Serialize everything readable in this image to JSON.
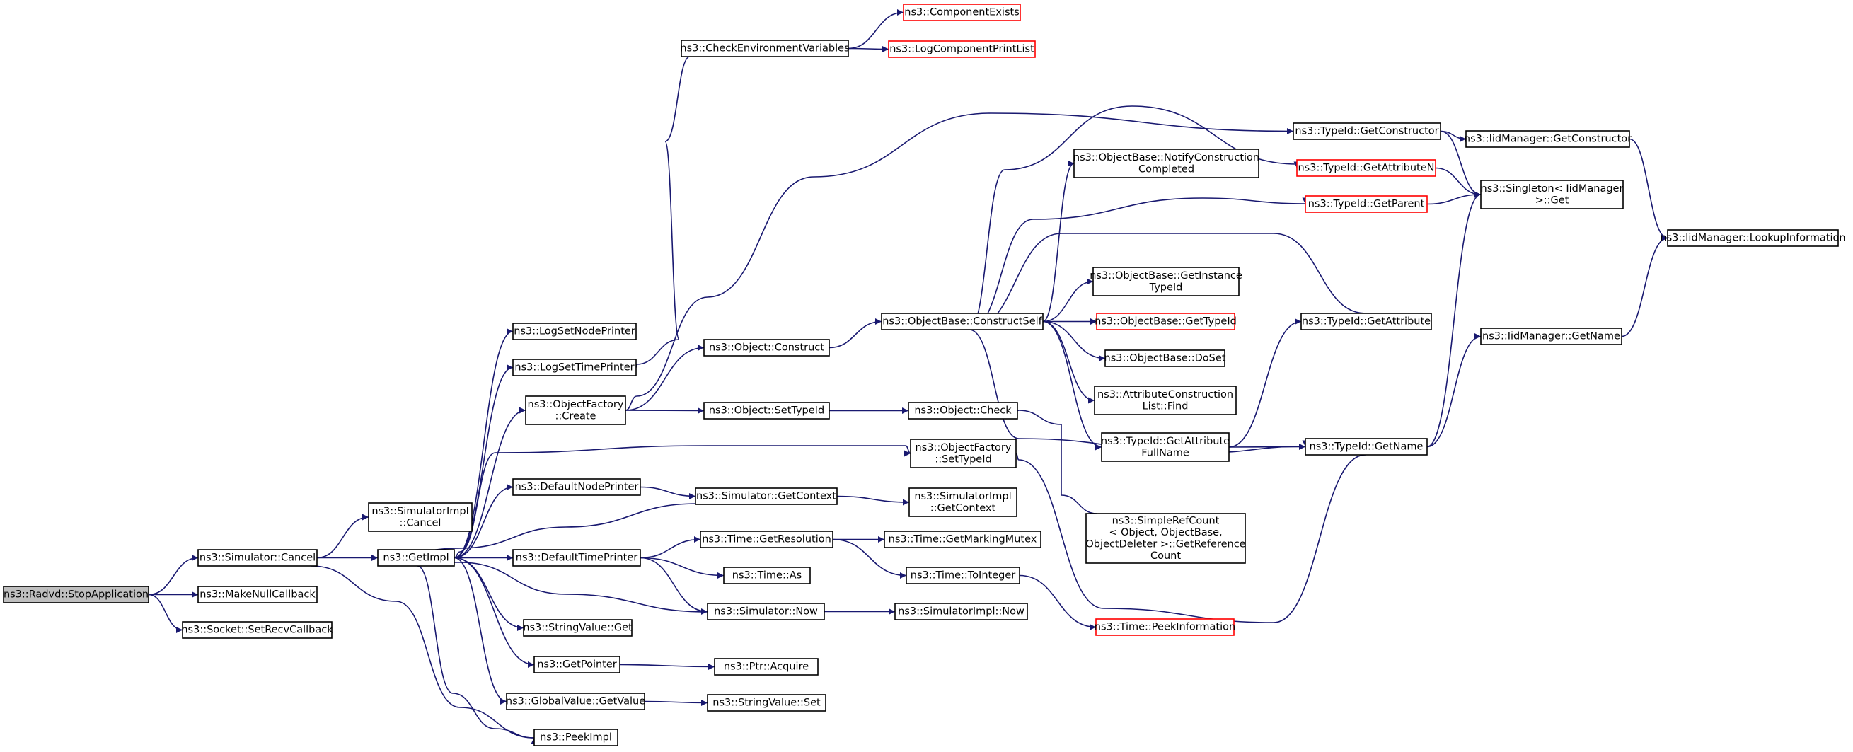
{
  "graph": {
    "nodes": [
      {
        "id": "radvd_stop",
        "lines": [
          "ns3::Radvd::StopApplication"
        ],
        "style": "root"
      },
      {
        "id": "sim_cancel",
        "lines": [
          "ns3::Simulator::Cancel"
        ]
      },
      {
        "id": "make_null_cb",
        "lines": [
          "ns3::MakeNullCallback"
        ]
      },
      {
        "id": "socket_setrecv",
        "lines": [
          "ns3::Socket::SetRecvCallback"
        ]
      },
      {
        "id": "simimpl_cancel",
        "lines": [
          "ns3::SimulatorImpl",
          "::Cancel"
        ]
      },
      {
        "id": "getimpl",
        "lines": [
          "ns3::GetImpl"
        ]
      },
      {
        "id": "peekimpl",
        "lines": [
          "ns3::PeekImpl"
        ]
      },
      {
        "id": "logsetnodeprinter",
        "lines": [
          "ns3::LogSetNodePrinter"
        ]
      },
      {
        "id": "logsettimeprinter",
        "lines": [
          "ns3::LogSetTimePrinter"
        ]
      },
      {
        "id": "objfactory_create",
        "lines": [
          "ns3::ObjectFactory",
          "::Create"
        ]
      },
      {
        "id": "defaultnodeprinter",
        "lines": [
          "ns3::DefaultNodePrinter"
        ]
      },
      {
        "id": "defaulttimeprinter",
        "lines": [
          "ns3::DefaultTimePrinter"
        ]
      },
      {
        "id": "stringvalue_get",
        "lines": [
          "ns3::StringValue::Get"
        ]
      },
      {
        "id": "getpointer",
        "lines": [
          "ns3::GetPointer"
        ]
      },
      {
        "id": "globalvalue_getvalue",
        "lines": [
          "ns3::GlobalValue::GetValue"
        ]
      },
      {
        "id": "checkenv",
        "lines": [
          "ns3::CheckEnvironmentVariables"
        ]
      },
      {
        "id": "componentexists",
        "lines": [
          "ns3::ComponentExists"
        ],
        "style": "red"
      },
      {
        "id": "logcomponentprintlist",
        "lines": [
          "ns3::LogComponentPrintList"
        ],
        "style": "red"
      },
      {
        "id": "object_construct",
        "lines": [
          "ns3::Object::Construct"
        ]
      },
      {
        "id": "object_settypeid",
        "lines": [
          "ns3::Object::SetTypeId"
        ]
      },
      {
        "id": "sim_getcontext",
        "lines": [
          "ns3::Simulator::GetContext"
        ]
      },
      {
        "id": "time_getresolution",
        "lines": [
          "ns3::Time::GetResolution"
        ]
      },
      {
        "id": "time_as",
        "lines": [
          "ns3::Time::As"
        ]
      },
      {
        "id": "sim_now",
        "lines": [
          "ns3::Simulator::Now"
        ]
      },
      {
        "id": "ptr_acquire",
        "lines": [
          "ns3::Ptr::Acquire"
        ]
      },
      {
        "id": "stringvalue_set",
        "lines": [
          "ns3::StringValue::Set"
        ]
      },
      {
        "id": "objbase_constructself",
        "lines": [
          "ns3::ObjectBase::ConstructSelf"
        ]
      },
      {
        "id": "object_check",
        "lines": [
          "ns3::Object::Check"
        ]
      },
      {
        "id": "objfactory_settypeid",
        "lines": [
          "ns3::ObjectFactory",
          "::SetTypeId"
        ]
      },
      {
        "id": "simimpl_getcontext",
        "lines": [
          "ns3::SimulatorImpl",
          "::GetContext"
        ]
      },
      {
        "id": "time_getmarkingmutex",
        "lines": [
          "ns3::Time::GetMarkingMutex"
        ]
      },
      {
        "id": "time_tointeger",
        "lines": [
          "ns3::Time::ToInteger"
        ]
      },
      {
        "id": "simimpl_now",
        "lines": [
          "ns3::SimulatorImpl::Now"
        ]
      },
      {
        "id": "objbase_notify",
        "lines": [
          "ns3::ObjectBase::NotifyConstruction",
          "Completed"
        ]
      },
      {
        "id": "objbase_getinstancetypeid",
        "lines": [
          "ns3::ObjectBase::GetInstance",
          "TypeId"
        ]
      },
      {
        "id": "objbase_gettypeid",
        "lines": [
          "ns3::ObjectBase::GetTypeId"
        ],
        "style": "red"
      },
      {
        "id": "objbase_doset",
        "lines": [
          "ns3::ObjectBase::DoSet"
        ]
      },
      {
        "id": "attrconstruction_find",
        "lines": [
          "ns3::AttributeConstruction",
          "List::Find"
        ]
      },
      {
        "id": "typeid_getattributefullname",
        "lines": [
          "ns3::TypeId::GetAttribute",
          "FullName"
        ]
      },
      {
        "id": "simplerefcount",
        "lines": [
          "ns3::SimpleRefCount",
          "< Object, ObjectBase,",
          "ObjectDeleter >::GetReference",
          "Count"
        ]
      },
      {
        "id": "time_peekinformation",
        "lines": [
          "ns3::Time::PeekInformation"
        ],
        "style": "red"
      },
      {
        "id": "typeid_getconstructor",
        "lines": [
          "ns3::TypeId::GetConstructor"
        ]
      },
      {
        "id": "typeid_getattributen",
        "lines": [
          "ns3::TypeId::GetAttributeN"
        ],
        "style": "red"
      },
      {
        "id": "typeid_getparent",
        "lines": [
          "ns3::TypeId::GetParent"
        ],
        "style": "red"
      },
      {
        "id": "typeid_getattribute",
        "lines": [
          "ns3::TypeId::GetAttribute"
        ]
      },
      {
        "id": "typeid_getname",
        "lines": [
          "ns3::TypeId::GetName"
        ]
      },
      {
        "id": "iidmanager_getconstructor",
        "lines": [
          "ns3::IidManager::GetConstructor"
        ]
      },
      {
        "id": "singleton_get",
        "lines": [
          "ns3::Singleton< IidManager",
          ">::Get"
        ]
      },
      {
        "id": "iidmanager_getname",
        "lines": [
          "ns3::IidManager::GetName"
        ]
      },
      {
        "id": "iidmanager_lookupinformation",
        "lines": [
          "ns3::IidManager::LookupInformation"
        ]
      }
    ],
    "edges": [
      [
        "radvd_stop",
        "sim_cancel"
      ],
      [
        "radvd_stop",
        "make_null_cb"
      ],
      [
        "radvd_stop",
        "socket_setrecv"
      ],
      [
        "sim_cancel",
        "simimpl_cancel"
      ],
      [
        "sim_cancel",
        "getimpl"
      ],
      [
        "sim_cancel",
        "peekimpl"
      ],
      [
        "getimpl",
        "logsetnodeprinter"
      ],
      [
        "getimpl",
        "logsettimeprinter"
      ],
      [
        "getimpl",
        "objfactory_create"
      ],
      [
        "getimpl",
        "objfactory_settypeid"
      ],
      [
        "getimpl",
        "defaultnodeprinter"
      ],
      [
        "getimpl",
        "defaulttimeprinter"
      ],
      [
        "getimpl",
        "stringvalue_get"
      ],
      [
        "getimpl",
        "getpointer"
      ],
      [
        "getimpl",
        "globalvalue_getvalue"
      ],
      [
        "getimpl",
        "peekimpl"
      ],
      [
        "logsettimeprinter",
        "checkenv"
      ],
      [
        "checkenv",
        "componentexists"
      ],
      [
        "checkenv",
        "logcomponentprintlist"
      ],
      [
        "objfactory_create",
        "object_construct"
      ],
      [
        "objfactory_create",
        "object_settypeid"
      ],
      [
        "objfactory_create",
        "typeid_getconstructor"
      ],
      [
        "object_construct",
        "objbase_constructself"
      ],
      [
        "object_settypeid",
        "object_check"
      ],
      [
        "defaultnodeprinter",
        "sim_getcontext"
      ],
      [
        "sim_getcontext",
        "simimpl_getcontext"
      ],
      [
        "sim_getcontext",
        "getimpl"
      ],
      [
        "defaulttimeprinter",
        "time_getresolution"
      ],
      [
        "defaulttimeprinter",
        "time_as"
      ],
      [
        "defaulttimeprinter",
        "sim_now"
      ],
      [
        "sim_now",
        "simimpl_now"
      ],
      [
        "sim_now",
        "getimpl"
      ],
      [
        "time_getresolution",
        "time_getmarkingmutex"
      ],
      [
        "time_getresolution",
        "time_tointeger"
      ],
      [
        "time_tointeger",
        "time_peekinformation"
      ],
      [
        "getpointer",
        "ptr_acquire"
      ],
      [
        "globalvalue_getvalue",
        "stringvalue_set"
      ],
      [
        "objbase_constructself",
        "objbase_notify"
      ],
      [
        "objbase_constructself",
        "objbase_getinstancetypeid"
      ],
      [
        "objbase_constructself",
        "objbase_gettypeid"
      ],
      [
        "objbase_constructself",
        "objbase_doset"
      ],
      [
        "objbase_constructself",
        "attrconstruction_find"
      ],
      [
        "objbase_constructself",
        "typeid_getattributefullname"
      ],
      [
        "objbase_constructself",
        "typeid_getattributen"
      ],
      [
        "objbase_constructself",
        "typeid_getparent"
      ],
      [
        "objbase_constructself",
        "typeid_getattribute"
      ],
      [
        "objbase_constructself",
        "typeid_getname"
      ],
      [
        "object_check",
        "simplerefcount"
      ],
      [
        "objfactory_settypeid",
        "typeid_getname"
      ],
      [
        "typeid_getattributefullname",
        "typeid_getattribute"
      ],
      [
        "typeid_getattributefullname",
        "typeid_getname"
      ],
      [
        "typeid_getconstructor",
        "iidmanager_getconstructor"
      ],
      [
        "typeid_getconstructor",
        "singleton_get"
      ],
      [
        "typeid_getattributen",
        "singleton_get"
      ],
      [
        "typeid_getparent",
        "singleton_get"
      ],
      [
        "typeid_getname",
        "singleton_get"
      ],
      [
        "typeid_getname",
        "iidmanager_getname"
      ],
      [
        "iidmanager_getconstructor",
        "iidmanager_lookupinformation"
      ],
      [
        "iidmanager_getname",
        "iidmanager_lookupinformation"
      ]
    ]
  },
  "colors": {
    "edge": "#191970",
    "node_border": "#000000",
    "highlight_border": "#ff0000",
    "root_fill": "#bfbfbf"
  }
}
